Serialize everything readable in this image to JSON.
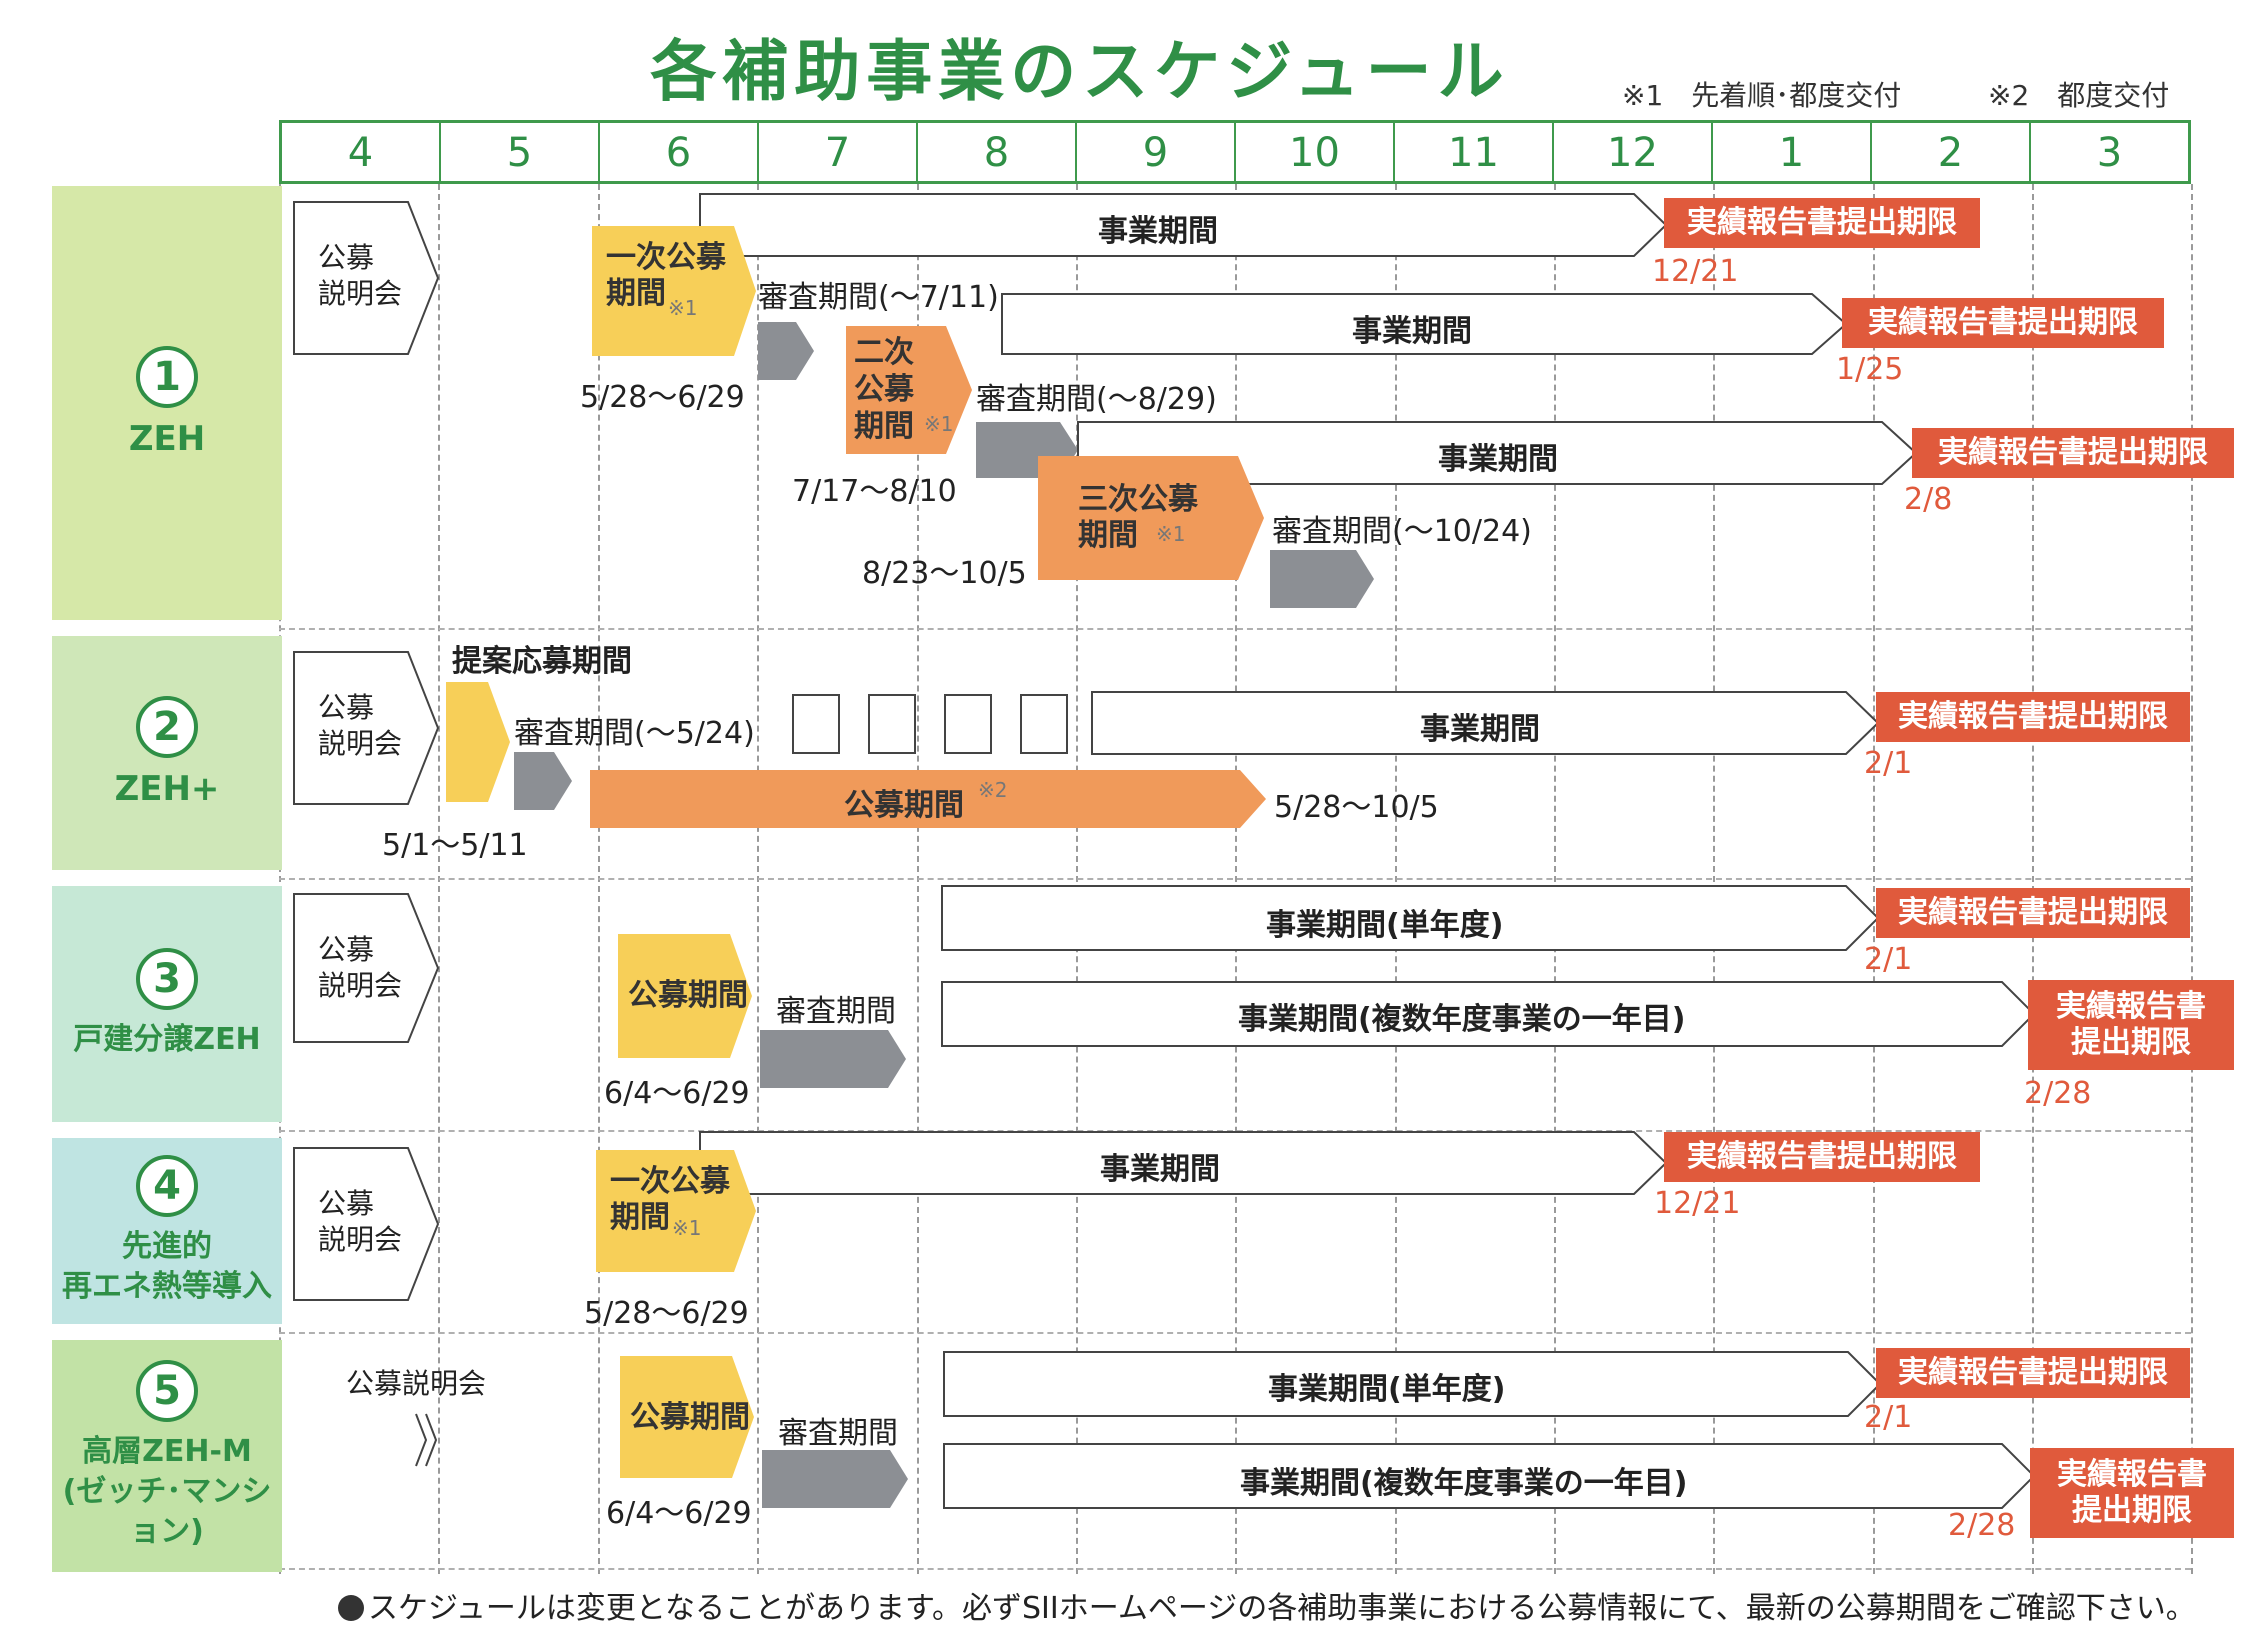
{
  "title": "各補助事業のスケジュール",
  "notes": {
    "n1": "※1　先着順･都度交付",
    "n2": "※2　都度交付"
  },
  "months": [
    "4",
    "5",
    "6",
    "7",
    "8",
    "9",
    "10",
    "11",
    "12",
    "1",
    "2",
    "3"
  ],
  "sections": [
    {
      "num": "1",
      "name": "ZEH"
    },
    {
      "num": "2",
      "name": "ZEH+"
    },
    {
      "num": "3",
      "name": "戸建分譲ZEH"
    },
    {
      "num": "4",
      "name": "先進的\n再エネ熱等導入"
    },
    {
      "num": "5",
      "name": "高層ZEH-M\n(ゼッチ･マンション)"
    }
  ],
  "labels": {
    "briefing": "公募\n説明会",
    "briefing_inline": "公募説明会",
    "business": "事業期間",
    "business_single": "事業期間(単年度)",
    "business_multi": "事業期間(複数年度事業の一年目)",
    "report": "実績報告書提出期限",
    "report_wrap": "実績報告書\n提出期限",
    "first_recruit": "一次公募\n期間",
    "second_recruit": "二次\n公募\n期間",
    "third_recruit": "三次公募\n期間",
    "recruit": "公募期間",
    "proposal": "提案応募期間",
    "review": "審査期間",
    "mark1": "※1",
    "mark2": "※2"
  },
  "s1": {
    "p1_dates": "5/28〜6/29",
    "p1_review": "審査期間(〜7/11)",
    "p1_deadline": "12/21",
    "p2_dates": "7/17〜8/10",
    "p2_review": "審査期間(〜8/29)",
    "p2_deadline": "1/25",
    "p3_dates": "8/23〜10/5",
    "p3_review": "審査期間(〜10/24)",
    "p3_deadline": "2/8"
  },
  "s2": {
    "proposal_dates": "5/1〜5/11",
    "review": "審査期間(〜5/24)",
    "recruit_dates": "5/28〜10/5",
    "deadline": "2/1"
  },
  "s3": {
    "dates": "6/4〜6/29",
    "deadline1": "2/1",
    "deadline2": "2/28"
  },
  "s4": {
    "dates": "5/28〜6/29",
    "deadline": "12/21"
  },
  "s5": {
    "dates": "6/4〜6/29",
    "deadline1": "2/1",
    "deadline2": "2/28"
  },
  "footer": "スケジュールは変更となることがあります。必ずSIIホームページの各補助事業における公募情報にて、最新の公募期間をご確認下さい。",
  "colors": {
    "green": "#2f8f46",
    "red": "#e05a3c",
    "yellow": "#f7cf58",
    "orange": "#f09a5a",
    "gray": "#8c8f94"
  }
}
